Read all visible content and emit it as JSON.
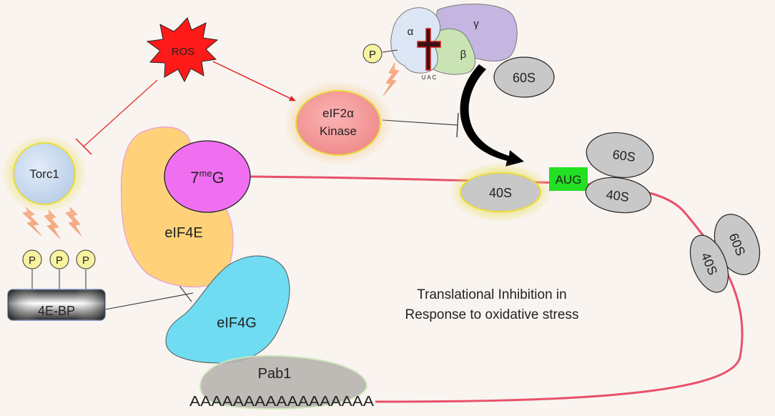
{
  "labels": {
    "ros": "ROS",
    "torc1": "Torc1",
    "phospho": "P",
    "fourebp": "4E-BP",
    "eif4e": "eIF4E",
    "cap_base": "7",
    "cap_sup": "me",
    "cap_end": "G",
    "eif4g": "eIF4G",
    "pab1": "Pab1",
    "polya": "AAAAAAAAAAAAAAAAA",
    "kinase_line1": "eIF2α",
    "kinase_line2": "Kinase",
    "alpha": "α",
    "beta": "β",
    "gamma": "γ",
    "anticodon": "U A C",
    "s60": "60S",
    "s40": "40S",
    "aug": "AUG",
    "caption_line1": "Translational Inhibition in",
    "caption_line2": "Response to oxidative stress"
  },
  "colors": {
    "background": "#f9f4f0",
    "ros": "#ff1a1a",
    "mrna": "#e8506a",
    "eif4e": "#ffd27a",
    "cap": "#ef6ff0",
    "eif4g": "#6fdcf2",
    "pab1": "#b8b4b0",
    "polya": "#22dd22",
    "kinase": "#f59a9a",
    "torc1": "#c9daf0",
    "ribosome": "#c8c8c8",
    "aug": "#22e022",
    "alpha_subunit": "#dce6f5",
    "beta_subunit": "#c9e3b5",
    "gamma_subunit": "#c4b6e0"
  }
}
